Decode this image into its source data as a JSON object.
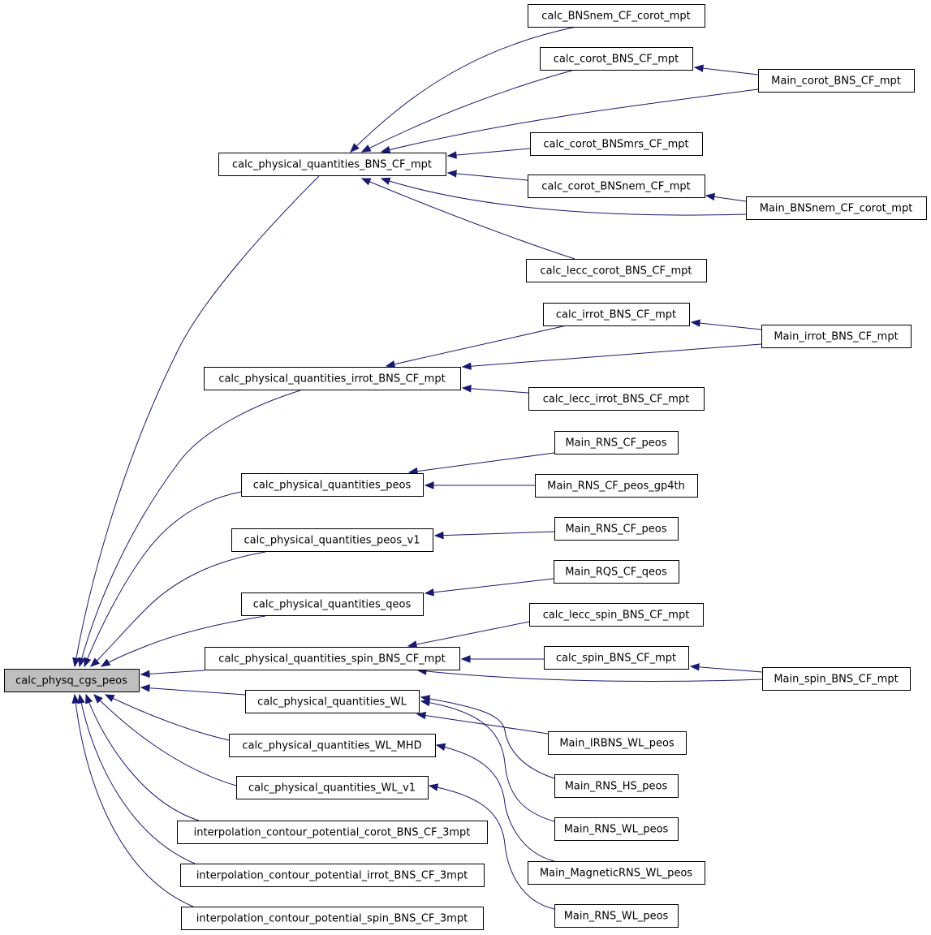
{
  "root": "calc_physq_cgs_peos",
  "nodes": {
    "root": "calc_physq_cgs_peos",
    "bns": "calc_physical_quantities_BNS_CF_mpt",
    "irrot": "calc_physical_quantities_irrot_BNS_CF_mpt",
    "peos": "calc_physical_quantities_peos",
    "peos_v1": "calc_physical_quantities_peos_v1",
    "qeos": "calc_physical_quantities_qeos",
    "spin": "calc_physical_quantities_spin_BNS_CF_mpt",
    "wl": "calc_physical_quantities_WL",
    "wl_mhd": "calc_physical_quantities_WL_MHD",
    "wl_v1": "calc_physical_quantities_WL_v1",
    "interp_corot": "interpolation_contour_potential_corot_BNS_CF_3mpt",
    "interp_irrot": "interpolation_contour_potential_irrot_BNS_CF_3mpt",
    "interp_spin": "interpolation_contour_potential_spin_BNS_CF_3mpt",
    "bnsnem_corot": "calc_BNSnem_CF_corot_mpt",
    "corot_bns": "calc_corot_BNS_CF_mpt",
    "main_corot": "Main_corot_BNS_CF_mpt",
    "corot_bnsmrs": "calc_corot_BNSmrs_CF_mpt",
    "corot_bnsnem": "calc_corot_BNSnem_CF_mpt",
    "main_bnsnem": "Main_BNSnem_CF_corot_mpt",
    "lecc_corot": "calc_lecc_corot_BNS_CF_mpt",
    "irrot_bns": "calc_irrot_BNS_CF_mpt",
    "main_irrot": "Main_irrot_BNS_CF_mpt",
    "lecc_irrot": "calc_lecc_irrot_BNS_CF_mpt",
    "main_rns_peos_a": "Main_RNS_CF_peos",
    "main_rns_gp4th": "Main_RNS_CF_peos_gp4th",
    "main_rns_peos_b": "Main_RNS_CF_peos",
    "main_rqs": "Main_RQS_CF_qeos",
    "lecc_spin": "calc_lecc_spin_BNS_CF_mpt",
    "spin_bns": "calc_spin_BNS_CF_mpt",
    "main_spin": "Main_spin_BNS_CF_mpt",
    "main_irbns": "Main_IRBNS_WL_peos",
    "main_rns_hs": "Main_RNS_HS_peos",
    "main_rns_wl_a": "Main_RNS_WL_peos",
    "main_magnetic": "Main_MagneticRNS_WL_peos",
    "main_rns_wl_b": "Main_RNS_WL_peos"
  },
  "edges": [
    [
      "bns",
      "root"
    ],
    [
      "irrot",
      "root"
    ],
    [
      "peos",
      "root"
    ],
    [
      "peos_v1",
      "root"
    ],
    [
      "qeos",
      "root"
    ],
    [
      "spin",
      "root"
    ],
    [
      "wl",
      "root"
    ],
    [
      "wl_mhd",
      "root"
    ],
    [
      "wl_v1",
      "root"
    ],
    [
      "interp_corot",
      "root"
    ],
    [
      "interp_irrot",
      "root"
    ],
    [
      "interp_spin",
      "root"
    ],
    [
      "bnsnem_corot",
      "bns"
    ],
    [
      "corot_bns",
      "bns"
    ],
    [
      "main_corot",
      "bns"
    ],
    [
      "corot_bnsmrs",
      "bns"
    ],
    [
      "corot_bnsnem",
      "bns"
    ],
    [
      "main_bnsnem",
      "bns"
    ],
    [
      "lecc_corot",
      "bns"
    ],
    [
      "main_corot",
      "corot_bns"
    ],
    [
      "main_bnsnem",
      "corot_bnsnem"
    ],
    [
      "irrot_bns",
      "irrot"
    ],
    [
      "main_irrot",
      "irrot"
    ],
    [
      "lecc_irrot",
      "irrot"
    ],
    [
      "main_irrot",
      "irrot_bns"
    ],
    [
      "main_rns_peos_a",
      "peos"
    ],
    [
      "main_rns_gp4th",
      "peos"
    ],
    [
      "main_rns_peos_b",
      "peos_v1"
    ],
    [
      "main_rqs",
      "qeos"
    ],
    [
      "lecc_spin",
      "spin"
    ],
    [
      "spin_bns",
      "spin"
    ],
    [
      "main_spin",
      "spin"
    ],
    [
      "main_spin",
      "spin_bns"
    ],
    [
      "main_irbns",
      "wl"
    ],
    [
      "main_rns_hs",
      "wl"
    ],
    [
      "main_rns_wl_a",
      "wl"
    ],
    [
      "main_magnetic",
      "wl_mhd"
    ],
    [
      "main_rns_wl_b",
      "wl_v1"
    ]
  ],
  "colors": {
    "edge": "#191970",
    "root_fill": "#bfbfbf",
    "node_fill": "#ffffff",
    "node_border": "#000000"
  }
}
